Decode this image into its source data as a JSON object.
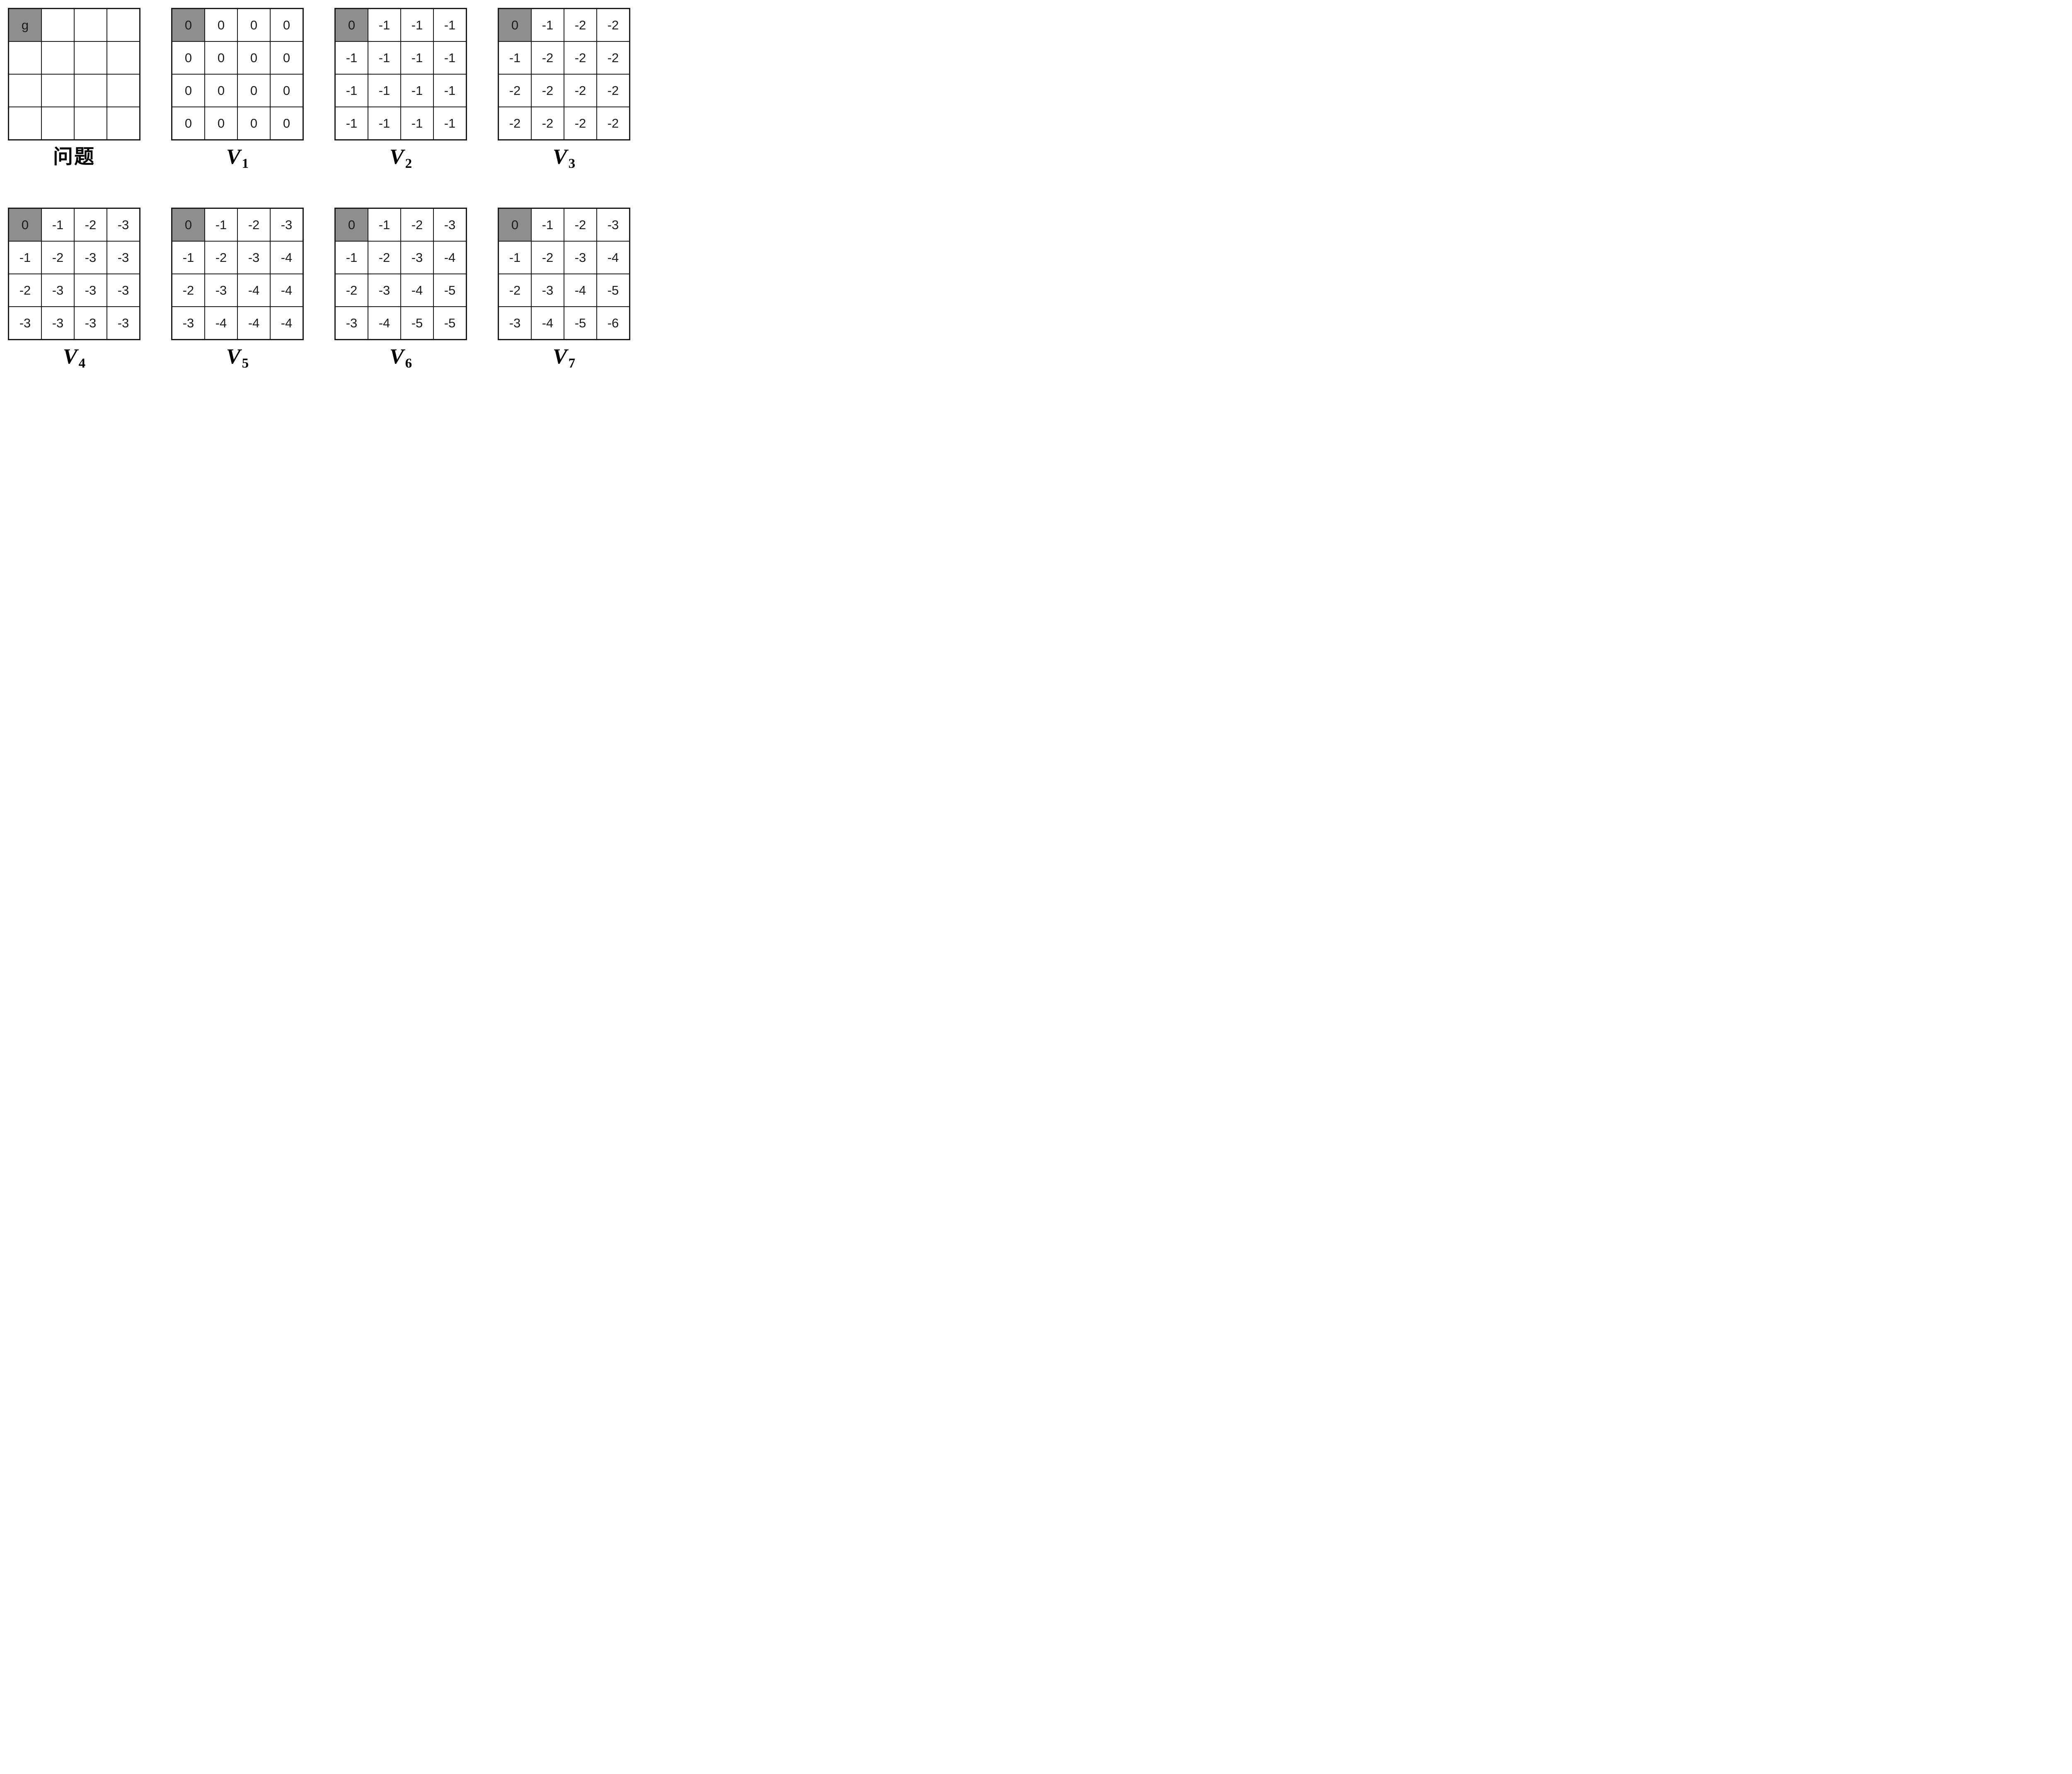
{
  "figure": {
    "grid_rows": 4,
    "grid_cols": 4,
    "goal_cell": {
      "row": 0,
      "col": 0,
      "marker": "g"
    },
    "colors": {
      "goal_cell_bg": "#8e8e8e",
      "cell_bg": "#ffffff",
      "grid_border": "#1a1a1a",
      "text": "#1b1b1b",
      "page_bg": "#ffffff"
    },
    "rows": [
      [
        {
          "id": "problem",
          "label_text": "问题",
          "label_type": "cjk",
          "cells": [
            [
              "g",
              "",
              "",
              ""
            ],
            [
              "",
              "",
              "",
              ""
            ],
            [
              "",
              "",
              "",
              ""
            ],
            [
              "",
              "",
              "",
              ""
            ]
          ]
        },
        {
          "id": "v1",
          "label_base": "V",
          "label_sub": "1",
          "label_type": "math",
          "cells": [
            [
              "0",
              "0",
              "0",
              "0"
            ],
            [
              "0",
              "0",
              "0",
              "0"
            ],
            [
              "0",
              "0",
              "0",
              "0"
            ],
            [
              "0",
              "0",
              "0",
              "0"
            ]
          ]
        },
        {
          "id": "v2",
          "label_base": "V",
          "label_sub": "2",
          "label_type": "math",
          "cells": [
            [
              "0",
              "-1",
              "-1",
              "-1"
            ],
            [
              "-1",
              "-1",
              "-1",
              "-1"
            ],
            [
              "-1",
              "-1",
              "-1",
              "-1"
            ],
            [
              "-1",
              "-1",
              "-1",
              "-1"
            ]
          ]
        },
        {
          "id": "v3",
          "label_base": "V",
          "label_sub": "3",
          "label_type": "math",
          "cells": [
            [
              "0",
              "-1",
              "-2",
              "-2"
            ],
            [
              "-1",
              "-2",
              "-2",
              "-2"
            ],
            [
              "-2",
              "-2",
              "-2",
              "-2"
            ],
            [
              "-2",
              "-2",
              "-2",
              "-2"
            ]
          ]
        }
      ],
      [
        {
          "id": "v4",
          "label_base": "V",
          "label_sub": "4",
          "label_type": "math",
          "cells": [
            [
              "0",
              "-1",
              "-2",
              "-3"
            ],
            [
              "-1",
              "-2",
              "-3",
              "-3"
            ],
            [
              "-2",
              "-3",
              "-3",
              "-3"
            ],
            [
              "-3",
              "-3",
              "-3",
              "-3"
            ]
          ]
        },
        {
          "id": "v5",
          "label_base": "V",
          "label_sub": "5",
          "label_type": "math",
          "cells": [
            [
              "0",
              "-1",
              "-2",
              "-3"
            ],
            [
              "-1",
              "-2",
              "-3",
              "-4"
            ],
            [
              "-2",
              "-3",
              "-4",
              "-4"
            ],
            [
              "-3",
              "-4",
              "-4",
              "-4"
            ]
          ]
        },
        {
          "id": "v6",
          "label_base": "V",
          "label_sub": "6",
          "label_type": "math",
          "cells": [
            [
              "0",
              "-1",
              "-2",
              "-3"
            ],
            [
              "-1",
              "-2",
              "-3",
              "-4"
            ],
            [
              "-2",
              "-3",
              "-4",
              "-5"
            ],
            [
              "-3",
              "-4",
              "-5",
              "-5"
            ]
          ]
        },
        {
          "id": "v7",
          "label_base": "V",
          "label_sub": "7",
          "label_type": "math",
          "cells": [
            [
              "0",
              "-1",
              "-2",
              "-3"
            ],
            [
              "-1",
              "-2",
              "-3",
              "-4"
            ],
            [
              "-2",
              "-3",
              "-4",
              "-5"
            ],
            [
              "-3",
              "-4",
              "-5",
              "-6"
            ]
          ]
        }
      ]
    ]
  }
}
